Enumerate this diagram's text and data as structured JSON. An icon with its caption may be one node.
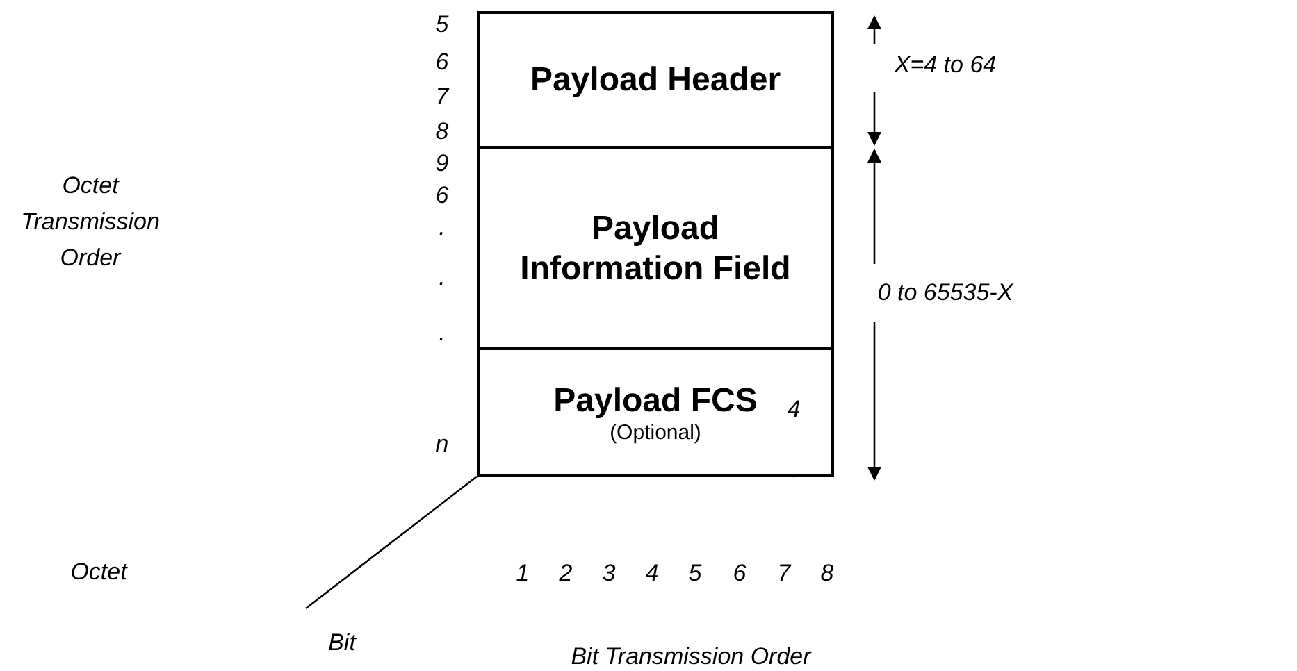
{
  "diagram": {
    "nodes": [
      {
        "text": [
          "Payload Header"
        ]
      },
      {
        "text": [
          "Payload Information Field"
        ]
      },
      {
        "text": [
          "Payload FCS",
          "(Optional)"
        ]
      }
    ],
    "edges": [],
    "labels": [
      "5",
      "6",
      "X=4 to 64",
      "7",
      "8",
      "Octet Transmission Order",
      "9",
      "6",
      ".",
      "0 to 65535-X",
      ".",
      ".",
      "4",
      "n",
      "Octet",
      "1",
      "2",
      "3",
      "4",
      "5",
      "6",
      "7",
      "8",
      "Bit",
      "Bit Transmission Order"
    ]
  }
}
